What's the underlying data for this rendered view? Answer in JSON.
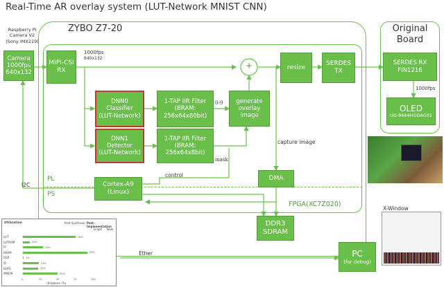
{
  "title": "Real-Time AR overlay system (LUT-Network MNIST CNN)",
  "camera_source": {
    "line1": "Raspberry Pi",
    "line2": "Camera V2",
    "line3": "(Sony IMX219)"
  },
  "board_label": "ZYBO Z7-20",
  "original_board_label": {
    "line1": "Original",
    "line2": "Board"
  },
  "blocks": {
    "camera": {
      "l1": "Camera",
      "l2": "1000fps",
      "l3": "640x132"
    },
    "mipi": {
      "l1": "MIPI-CSI",
      "l2": "RX"
    },
    "dnn0": {
      "l1": "DNN0",
      "l2": "Classifier",
      "l3": "(LUT-Network)"
    },
    "dnn1": {
      "l1": "DNN1",
      "l2": "Detector",
      "l3": "(LUT-Network)"
    },
    "iir0": {
      "l1": "1-TAP IIR Filter",
      "l2": "(BRAM:",
      "l3": "256x64x80bit)"
    },
    "iir1": {
      "l1": "1-TAP IIR Filter",
      "l2": "(BRAM:",
      "l3": "256x64x8bit)"
    },
    "overlay": {
      "l1": "generate",
      "l2": "overlay",
      "l3": "image"
    },
    "resize": {
      "l1": "resize"
    },
    "serdes_tx": {
      "l1": "SERDES",
      "l2": "TX"
    },
    "serdes_rx": {
      "l1": "SERDES RX",
      "l2": "FIN1216"
    },
    "oled": {
      "l1": "OLED",
      "l2": "UG-9664HDDAG01"
    },
    "dma": {
      "l1": "DMA"
    },
    "cortex": {
      "l1": "Cortex-A9",
      "l2": "(Linux)"
    },
    "ddr": {
      "l1": "DDR3",
      "l2": "SDRAM"
    },
    "pc": {
      "l1": "PC",
      "l2": "(for debug)"
    }
  },
  "labels": {
    "fps_a": "1000fps",
    "res_a": "640x132",
    "digits": "0-9",
    "mask": "mask",
    "capture": "capture image",
    "control": "control",
    "i2c": "I2C",
    "ether": "Ether",
    "fps_b": "1000fps",
    "pl": "PL",
    "ps": "PS",
    "fpga": "FPGA(XC7Z020)",
    "xwindow": "X-Window",
    "plus": "+"
  },
  "utilization_panel": {
    "title": "Utilization",
    "tabs": [
      "Post-Synthesis",
      "Post-Implementation"
    ],
    "subtabs": [
      "Graph",
      "Table"
    ],
    "xlabel": "Utilization (%)",
    "rows": [
      {
        "name": "LUT",
        "pct": 76
      },
      {
        "name": "LUTRAM",
        "pct": 10
      },
      {
        "name": "FF",
        "pct": 29
      },
      {
        "name": "BRAM",
        "pct": 93
      },
      {
        "name": "DSP",
        "pct": 1
      },
      {
        "name": "IO",
        "pct": 23
      },
      {
        "name": "BUFG",
        "pct": 22
      },
      {
        "name": "MMCM",
        "pct": 50
      }
    ],
    "ticks": [
      "0",
      "25",
      "50",
      "75",
      "100"
    ]
  },
  "colors": {
    "block": "#6abf4b",
    "wire": "#6abf4b",
    "highlight": "#c0392b"
  }
}
